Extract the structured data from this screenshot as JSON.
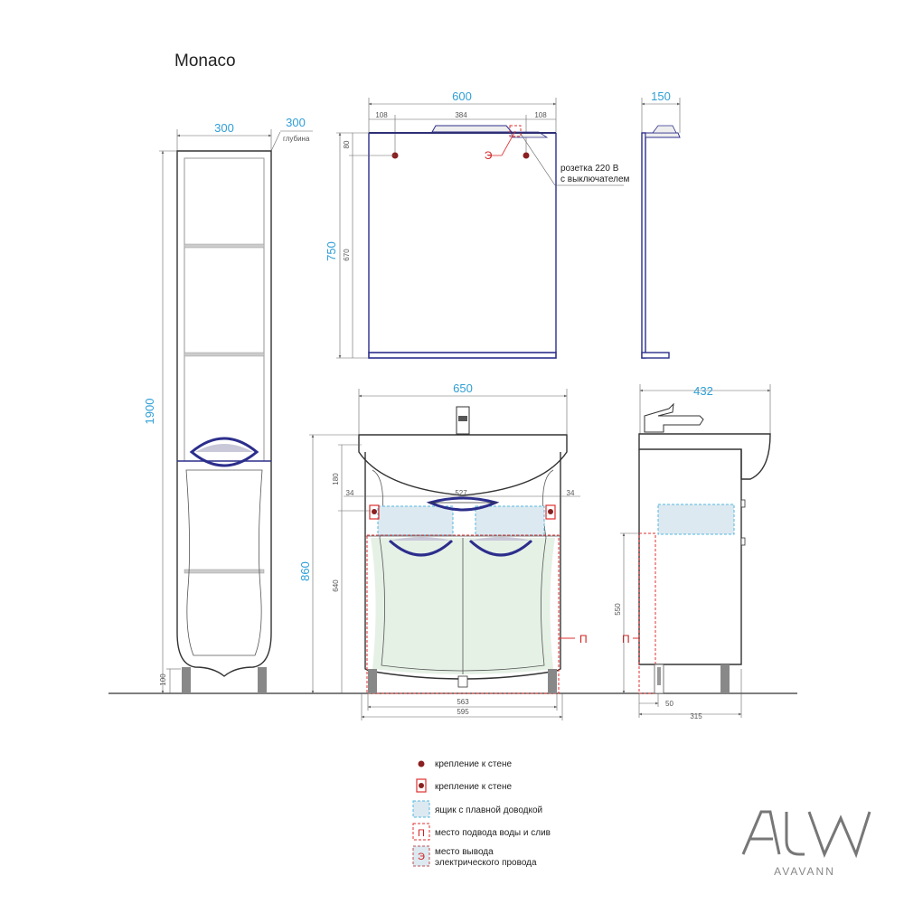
{
  "title": "Monaco",
  "pencil": {
    "width": "300",
    "depth": "300",
    "depth_label": "глубина",
    "height": "1900",
    "legs": "100"
  },
  "mirror": {
    "width": "600",
    "seg_left": "108",
    "seg_mid": "384",
    "seg_right": "108",
    "top_offset": "80",
    "height": "750",
    "inner_height": "670",
    "depth": "150",
    "socket_marker": "Э",
    "socket_note": [
      "розетка 220 В",
      "с выключателем"
    ]
  },
  "vanity": {
    "width": "650",
    "height": "860",
    "top_zone": "180",
    "inner_zone": "640",
    "drawer_width": "527",
    "side_left": "34",
    "side_right": "34",
    "base_inner": "563",
    "base_outer": "595",
    "plumbing_marker": "П"
  },
  "vanity_side": {
    "depth": "432",
    "plumbing_height": "550",
    "offset": "50",
    "base_depth": "315",
    "plumbing_marker": "П"
  },
  "legend": [
    {
      "icon": "wall-mount-dot-icon",
      "label": "крепление к стене"
    },
    {
      "icon": "wall-mount-boxed-icon",
      "label": "крепление к стене"
    },
    {
      "icon": "soft-close-drawer-icon",
      "label": "ящик с плавной доводкой"
    },
    {
      "icon": "water-supply-icon",
      "label": "место подвода воды и слив",
      "marker": "П"
    },
    {
      "icon": "electrical-outlet-icon",
      "label": [
        "место вывода",
        "электрического провода"
      ],
      "marker": "Э"
    }
  ],
  "brand": {
    "logo_text": "AVAVANN"
  },
  "colors": {
    "dimension": "#2e9fd6",
    "furniture": "#2c2e8c",
    "marker": "#e03030",
    "drawer": "#52b8e0",
    "front": "#e6f1e6"
  }
}
